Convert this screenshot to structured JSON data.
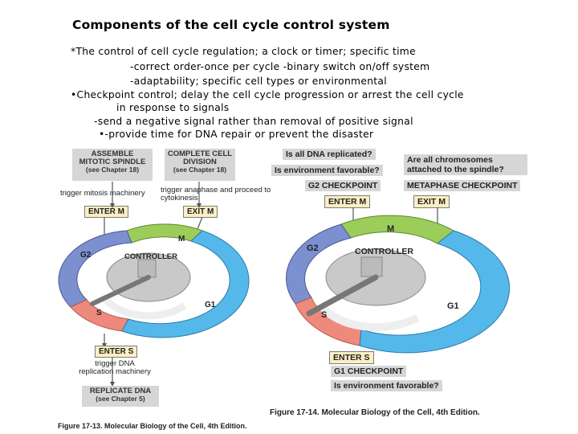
{
  "title": "Components of the cell cycle control system",
  "bullets": {
    "line1": "*The control of cell cycle regulation; a clock or timer; specific time",
    "line2": "-correct order-once per cycle   -binary switch on/off system",
    "line3": "-adaptability; specific cell types or environmental",
    "line4": "•Checkpoint control; delay the cell cycle progression  or arrest the cell cycle",
    "line5": "in response to signals",
    "line6": "-send a negative signal rather than removal of positive signal",
    "line7": "•-provide time for DNA repair or prevent the disaster"
  },
  "left_figure": {
    "assemble_box": "ASSEMBLE MITOTIC SPINDLE",
    "assemble_ref": "(see Chapter 18)",
    "complete_box": "COMPLETE CELL DIVISION",
    "complete_ref": "(see Chapter 18)",
    "trigger_mitosis": "trigger mitosis machinery",
    "trigger_anaphase": "trigger anaphase and proceed to cytokinesis",
    "enter_m": "ENTER M",
    "exit_m": "EXIT M",
    "m": "M",
    "g2": "G2",
    "controller": "CONTROLLER",
    "s": "S",
    "g1": "G1",
    "enter_s": "ENTER S",
    "trigger_dna": "trigger DNA replication machinery",
    "replicate_box": "REPLICATE DNA",
    "replicate_ref": "(see Chapter 5)",
    "caption": "Figure 17-13. Molecular Biology of the Cell, 4th Edition."
  },
  "right_figure": {
    "q1": "Is all DNA replicated?",
    "q2": "Is environment favorable?",
    "q3": "Are all chromosomes attached to the spindle?",
    "g2_checkpoint": "G2 CHECKPOINT",
    "metaphase_checkpoint": "METAPHASE CHECKPOINT",
    "enter_m": "ENTER M",
    "exit_m": "EXIT M",
    "m": "M",
    "g2": "G2",
    "controller": "CONTROLLER",
    "s": "S",
    "g1": "G1",
    "enter_s": "ENTER S",
    "g1_checkpoint": "G1 CHECKPOINT",
    "q4": "Is environment favorable?",
    "caption": "Figure 17-14. Molecular Biology of the Cell, 4th Edition."
  },
  "colors": {
    "m_phase": "#9ccc5a",
    "g2_phase": "#7c8fcf",
    "s_phase": "#ee8a7d",
    "g1_phase": "#55b8ea",
    "controller": "#c9c9c9",
    "yellow_box": "#fbeec2",
    "gray_box": "#d6d6d6"
  }
}
